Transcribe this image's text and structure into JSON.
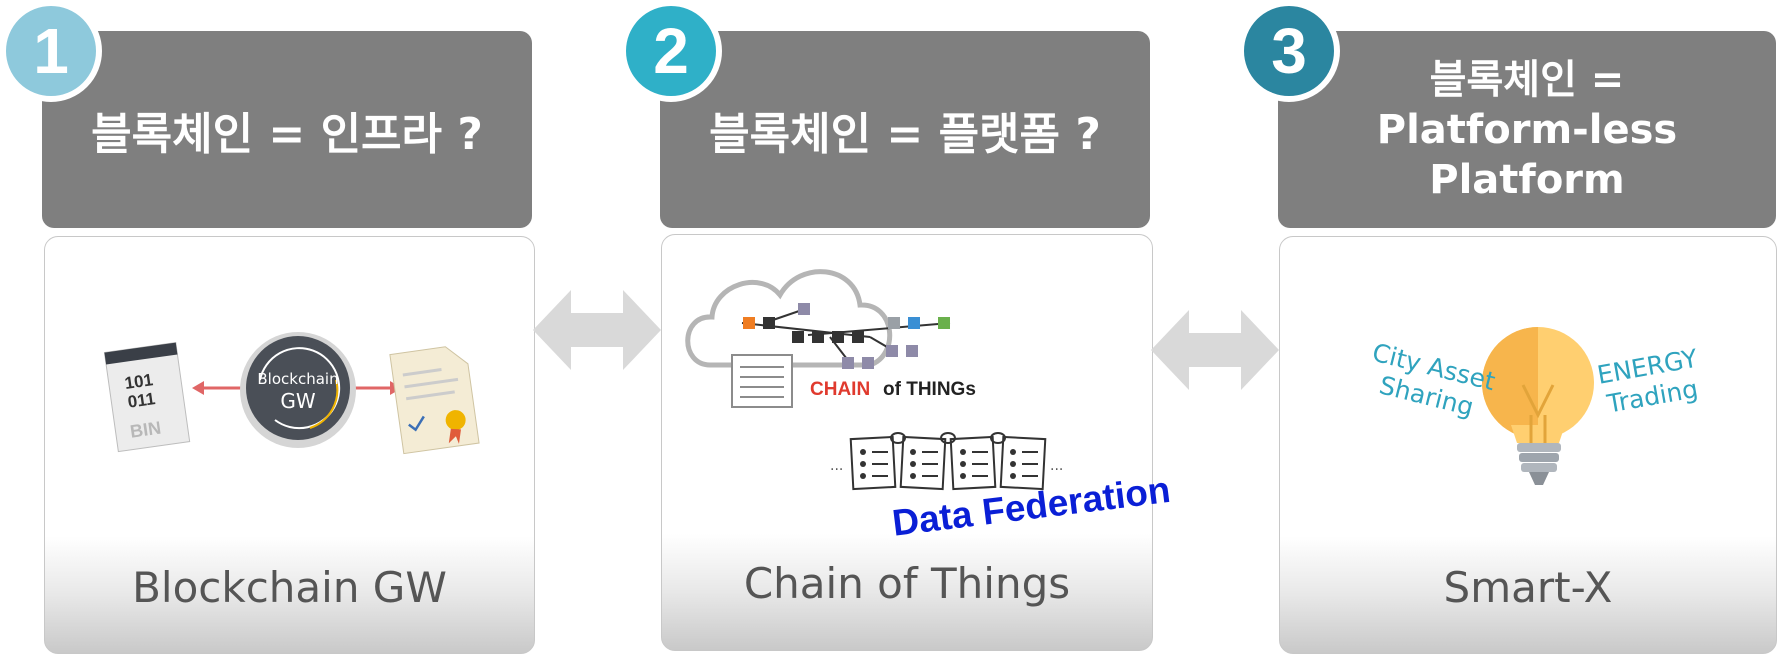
{
  "panels": [
    {
      "number": "1",
      "title": "블록체인 = 인프라 ?",
      "label": "Blockchain GW",
      "badge_color": "#8ec9dc"
    },
    {
      "number": "2",
      "title": "블록체인 = 플랫폼 ?",
      "label": "Chain of Things",
      "badge_color": "#2fb0c8"
    },
    {
      "number": "3",
      "title_line1": "블록체인 =",
      "title_line2": "Platform-less Platform",
      "label": "Smart-X",
      "badge_color": "#2b86a0"
    }
  ],
  "illustrations": {
    "bin_file": {
      "line1": "101",
      "line2": "011",
      "tag": "BIN"
    },
    "gw_circle": {
      "line1": "Blockchain",
      "line2": "GW"
    },
    "chain_of_things": {
      "word1": "CHAIN",
      "word2": "of THINGs"
    },
    "ellipsis": "...",
    "data_federation": "Data Federation",
    "city_asset": {
      "line1": "City Asset",
      "line2": "Sharing"
    },
    "energy": {
      "line1": "ENERGY",
      "line2": "Trading"
    }
  },
  "colors": {
    "header_bg": "#7f7f7f",
    "arrow_gray": "#d9d9d9",
    "teal_text": "#2fa3be",
    "chain_red": "#e03a2e",
    "data_federation_blue": "#0a1fd6"
  }
}
